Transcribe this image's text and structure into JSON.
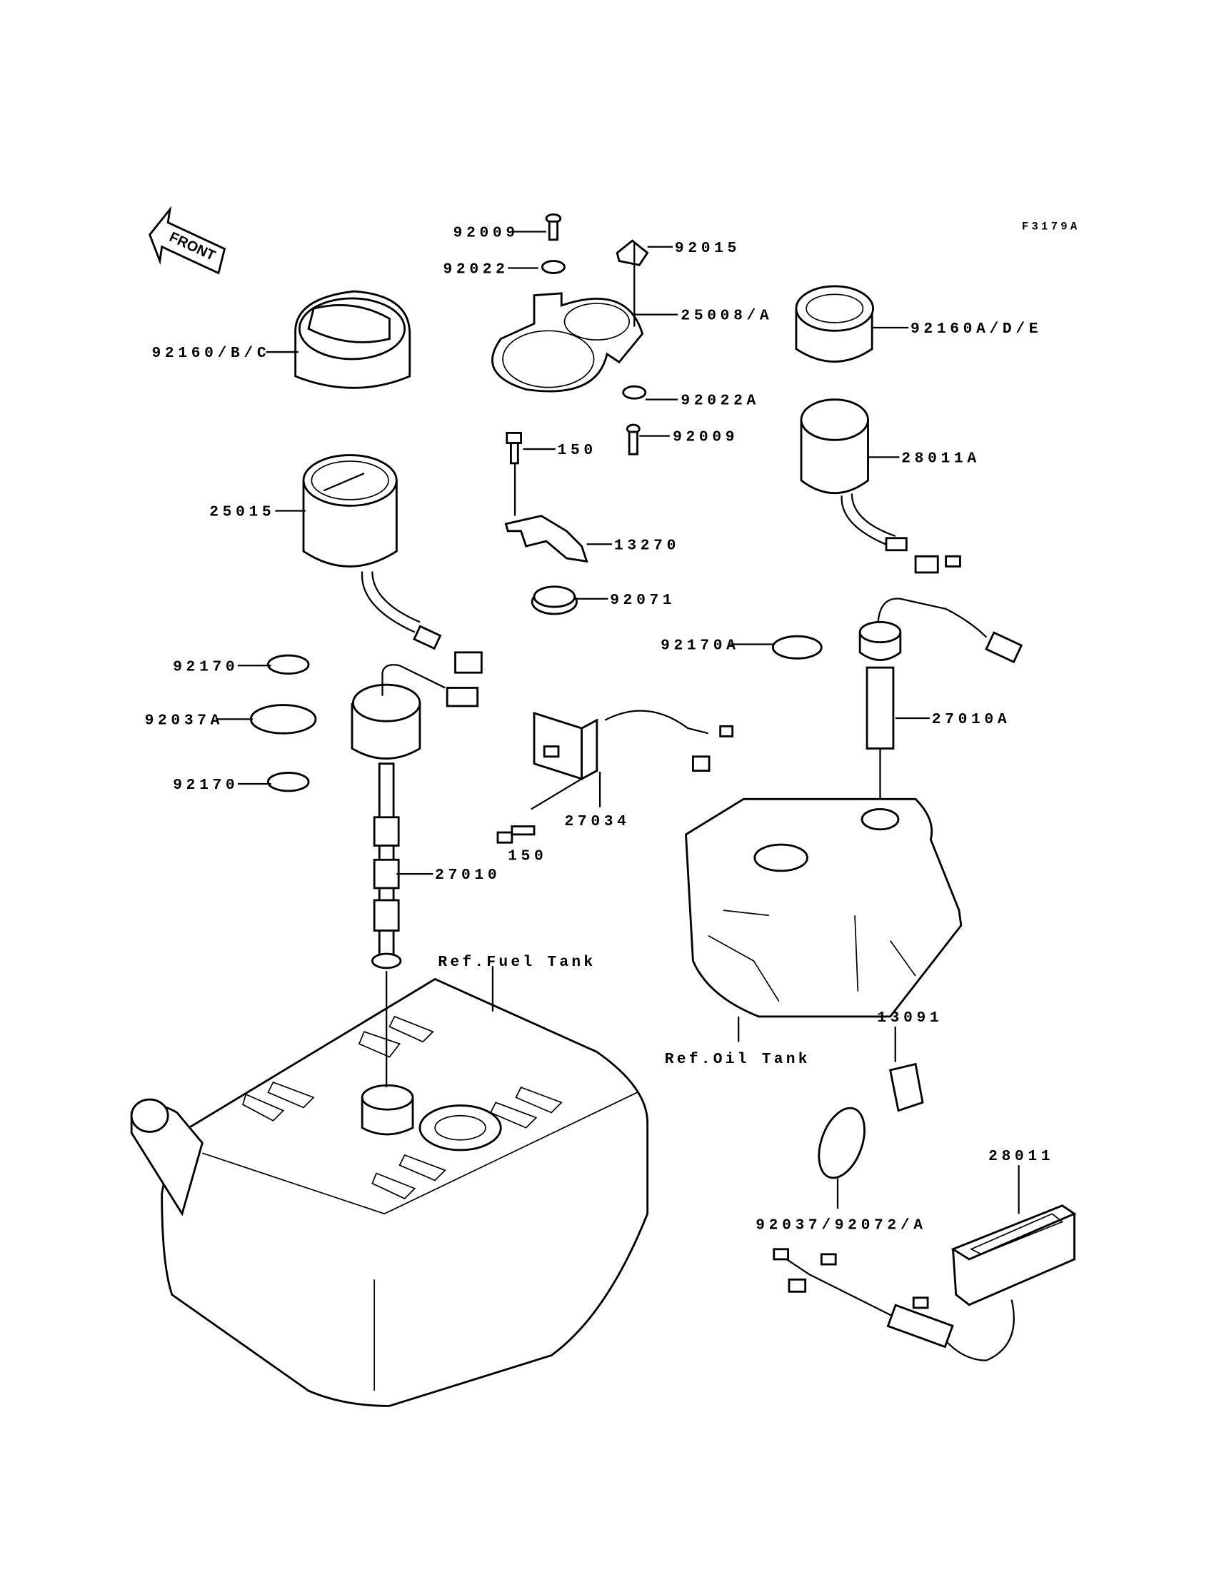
{
  "figure_code": "F3179A",
  "front_arrow": "FRONT",
  "labels": {
    "l92009a": "92009",
    "l92022": "92022",
    "l92015": "92015",
    "l25008": "25008/A",
    "l92160bc": "92160/B/C",
    "l92160ade": "92160A/D/E",
    "l92022a": "92022A",
    "l150a": "150",
    "l92009b": "92009",
    "l28011a": "28011A",
    "l25015": "25015",
    "l13270": "13270",
    "l92071": "92071",
    "l92170a": "92170",
    "l92170A": "92170A",
    "l92037A": "92037A",
    "l27010A": "27010A",
    "l92170b": "92170",
    "l27034": "27034",
    "l150b": "150",
    "l27010": "27010",
    "ref_fuel_tank": "Ref.Fuel Tank",
    "ref_oil_tank": "Ref.Oil Tank",
    "l13091": "13091",
    "l28011": "28011",
    "l92037_92072": "92037/92072/A"
  }
}
